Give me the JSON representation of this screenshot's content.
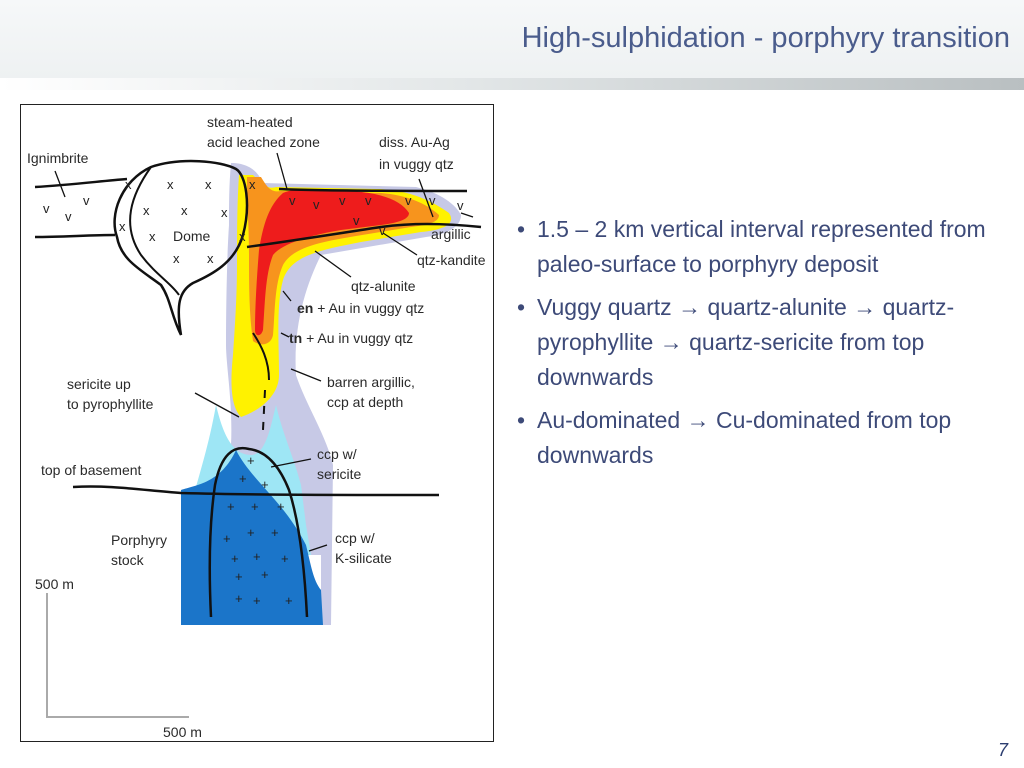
{
  "slide": {
    "title": "High-sulphidation - porphyry transition",
    "page_number": "7"
  },
  "figure": {
    "labels": {
      "steam_heated": "steam-heated",
      "acid_leached": "acid leached zone",
      "diss": "diss.  Au-Ag",
      "vuggy": "in vuggy qtz",
      "ignimbrite": "Ignimbrite",
      "dome": "Dome",
      "argillic": "argillic",
      "qtz_kandite": "qtz-kandite",
      "qtz_alunite": "qtz-alunite",
      "en_bold": "en",
      "en_rest": " + Au in vuggy qtz",
      "tn_bold": "tn",
      "tn_rest": " + Au in vuggy qtz",
      "sericite_up": "sericite up",
      "to_pyrophyllite": "to pyrophyllite",
      "barren_argillic": "barren argillic,",
      "ccp_depth": "ccp at depth",
      "ccp_w1": "ccp w/",
      "sericite": "sericite",
      "top_basement": "top of basement",
      "porphyry": "Porphyry",
      "stock": "stock",
      "ccp_w2": "ccp w/",
      "k_silicate": "K-silicate",
      "scale_v": "500 m",
      "scale_h": "500 m"
    }
  },
  "bullets": [
    "1.5 – 2 km vertical interval represented from paleo-surface to porphyry deposit",
    "Vuggy quartz → quartz-alunite → quartz-pyrophyllite → quartz-sericite from top downwards",
    "Au-dominated → Cu-dominated from top downwards"
  ],
  "colors": {
    "title": "#4a5c8c",
    "text": "#3d4a78",
    "red_zone": "#ee1c1c",
    "orange_zone": "#f7941d",
    "yellow_zone": "#fff200",
    "lavender_zone": "#c7c9e6",
    "cyan_zone": "#9ee6f5",
    "blue_zone": "#1b75c9"
  }
}
